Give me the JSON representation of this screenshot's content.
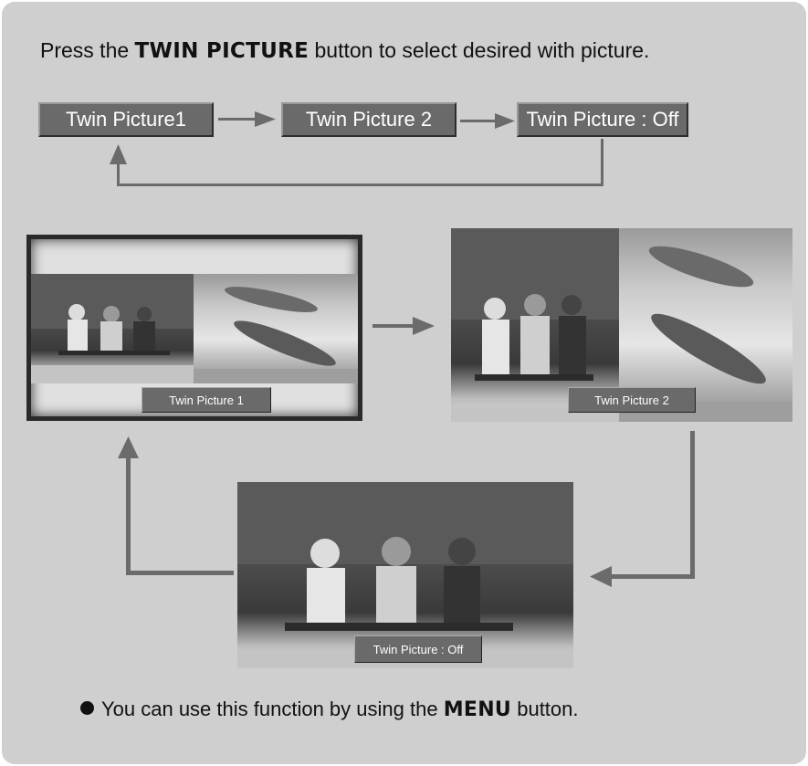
{
  "instruction": {
    "prefix": "Press the",
    "button_name": "TWIN PICTURE",
    "suffix": "button to select desired with picture."
  },
  "cycle": {
    "states": [
      "Twin Picture1",
      "Twin Picture 2",
      "Twin Picture : Off"
    ]
  },
  "screens": {
    "twin1_label": "Twin Picture 1",
    "twin2_label": "Twin Picture 2",
    "off_label": "Twin Picture : Off"
  },
  "footnote": {
    "prefix": "You can use this function by using the",
    "button_name": "MENU",
    "suffix": "button."
  },
  "colors": {
    "panel": "#cfcfcf",
    "button": "#6a6a6a",
    "arrow": "#6b6b6b"
  },
  "icons": [
    "bullet-icon",
    "arrow-right-icon",
    "arrow-up-icon",
    "arrow-left-icon"
  ]
}
